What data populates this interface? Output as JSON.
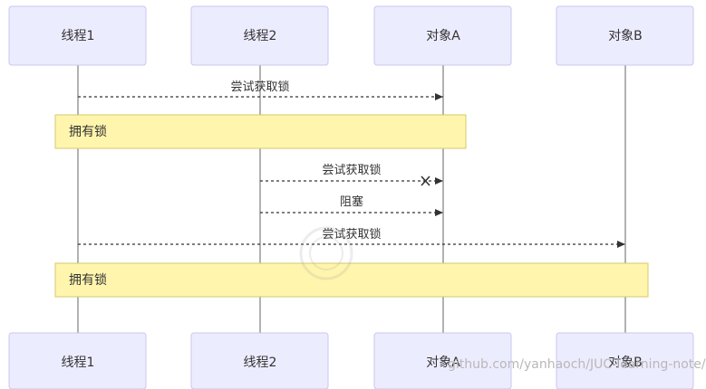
{
  "actors": [
    {
      "label": "线程1"
    },
    {
      "label": "线程2"
    },
    {
      "label": "对象A"
    },
    {
      "label": "对象B"
    }
  ],
  "messages": [
    {
      "from": 0,
      "to": 2,
      "label": "尝试获取锁",
      "arrow": "open"
    },
    {
      "from": 1,
      "to": 2,
      "label": "尝试获取锁",
      "arrow": "cross"
    },
    {
      "from": 1,
      "to": 2,
      "label": "阻塞",
      "arrow": "open"
    },
    {
      "from": 0,
      "to": 3,
      "label": "尝试获取锁",
      "arrow": "open"
    }
  ],
  "notes": [
    {
      "label": "拥有锁",
      "from": 0,
      "to": 2
    },
    {
      "label": "拥有锁",
      "from": 0,
      "to": 3
    }
  ],
  "watermark": {
    "url": "github.com/yanhaoch/JUC-learning-note/"
  },
  "colors": {
    "actor_fill": "#ececff",
    "actor_stroke": "#c7c7f0",
    "note_fill": "#fff5ad",
    "note_stroke": "#d6c96a",
    "line": "#333333"
  }
}
